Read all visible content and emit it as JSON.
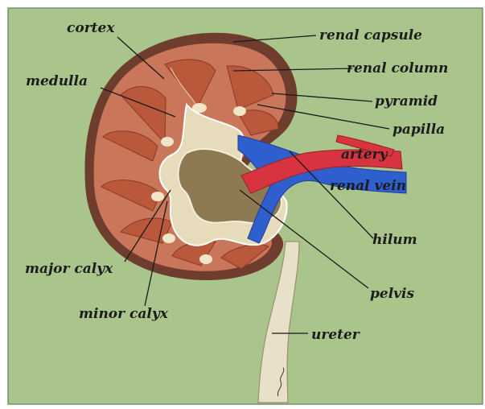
{
  "figure": {
    "labels": {
      "cortex": "cortex",
      "renal_capsule": "renal capsule",
      "medulla": "medulla",
      "renal_column": "renal column",
      "pyramid": "pyramid",
      "papilla": "papilla",
      "artery": "artery",
      "renal_vein": "renal vein",
      "hilum": "hilum",
      "major_calyx": "major calyx",
      "pelvis": "pelvis",
      "minor_calyx": "minor calyx",
      "ureter": "ureter"
    },
    "colors": {
      "background": "#a9c58b",
      "capsule": "#6e3d2e",
      "cortex": "#c9765a",
      "pyramid": "#b9583a",
      "sinus": "#e6dcbc",
      "pelvis": "#8e7a52",
      "artery": "#d8343f",
      "vein": "#2f5fcf",
      "ureter": "#e8e0c8"
    }
  }
}
